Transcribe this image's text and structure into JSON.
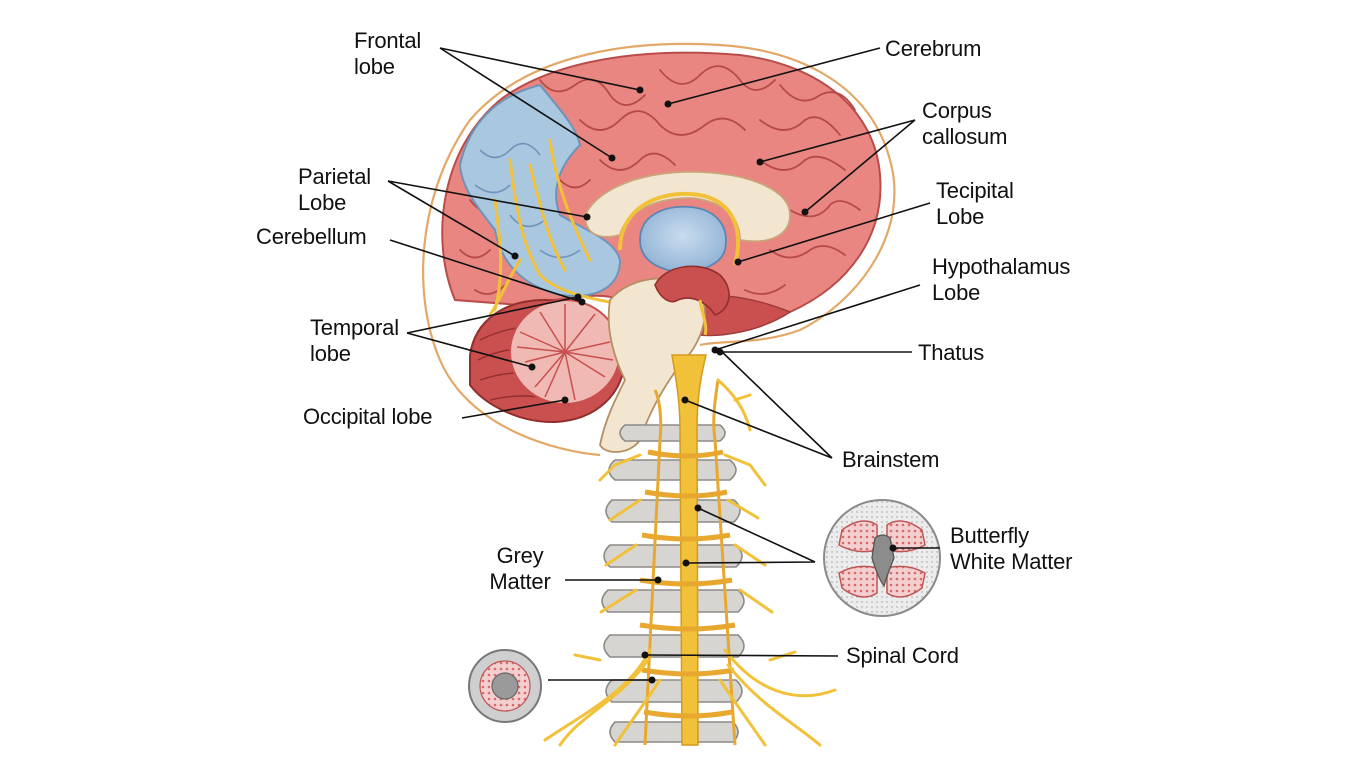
{
  "labels": {
    "frontal_lobe": "Frontal\nlobe",
    "cerebrum": "Cerebrum",
    "corpus_callosum": "Corpus\ncallosum",
    "parietal_lobe": "Parietal\nLobe",
    "tecipital_lobe": "Tecipital\nLobe",
    "cerebellum": "Cerebellum",
    "hypothalamus_lobe": "Hypothalamus\nLobe",
    "temporal_lobe": "Temporal\nlobe",
    "thatus": "Thatus",
    "occipital_lobe": "Occipital lobe",
    "brainstem": "Brainstem",
    "butterfly_white_matter": "Butterfly\nWhite Matter",
    "grey_matter": "Grey\nMatter",
    "spinal_cord": "Spinal Cord"
  },
  "colors": {
    "cortex": "#e98682",
    "cortex_dark": "#c9504f",
    "parietal_blue": "#a9c8e0",
    "nerve_yellow": "#f2c13a",
    "cream": "#f3e6d0",
    "vertebra_grey": "#d7d5d2",
    "cerebellum_pink": "#f0b9b3",
    "outline": "#e3a868"
  }
}
